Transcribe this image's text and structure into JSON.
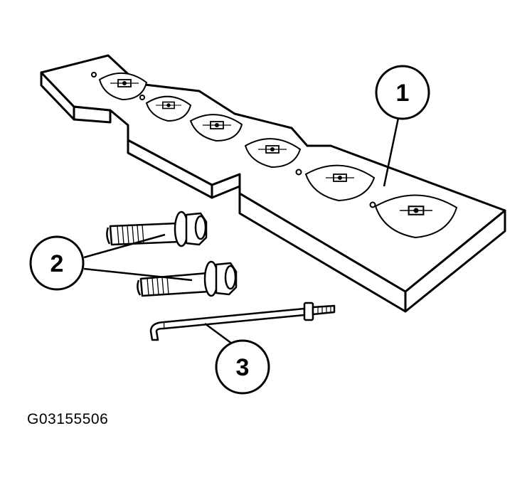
{
  "callouts": {
    "plate": "1",
    "bolts": "2",
    "rod": "3"
  },
  "figure_code": "G03155506"
}
